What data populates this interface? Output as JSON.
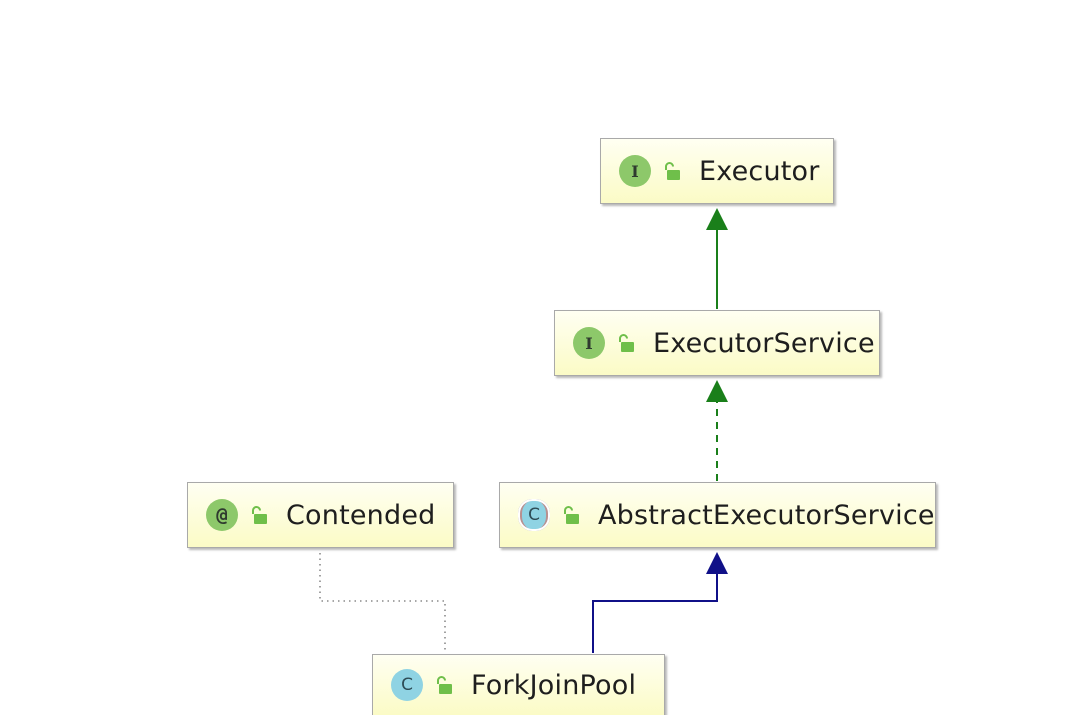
{
  "diagram": {
    "nodes": [
      {
        "id": "executor",
        "kind": "interface",
        "kind_glyph": "I",
        "label": "Executor",
        "visibility_icon": "unlocked-public-icon"
      },
      {
        "id": "executor-service",
        "kind": "interface",
        "kind_glyph": "I",
        "label": "ExecutorService",
        "visibility_icon": "unlocked-public-icon"
      },
      {
        "id": "abstract-executor-service",
        "kind": "abstract-class",
        "kind_glyph": "C",
        "label": "AbstractExecutorService",
        "visibility_icon": "unlocked-public-icon"
      },
      {
        "id": "contended",
        "kind": "annotation",
        "kind_glyph": "@",
        "label": "Contended",
        "visibility_icon": "unlocked-public-icon"
      },
      {
        "id": "fork-join-pool",
        "kind": "class",
        "kind_glyph": "C",
        "label": "ForkJoinPool",
        "visibility_icon": "unlocked-public-icon"
      }
    ],
    "edges": [
      {
        "from": "executor-service",
        "to": "executor",
        "relation": "extends",
        "style": "solid",
        "color": "#1a7f1a"
      },
      {
        "from": "abstract-executor-service",
        "to": "executor-service",
        "relation": "implements",
        "style": "dashed",
        "color": "#1a7f1a"
      },
      {
        "from": "fork-join-pool",
        "to": "abstract-executor-service",
        "relation": "extends",
        "style": "solid",
        "color": "#101088"
      },
      {
        "from": "fork-join-pool",
        "to": "contended",
        "relation": "annotated-by",
        "style": "dotted",
        "color": "#808080"
      }
    ]
  },
  "colors": {
    "node_fill": "#fbfbc6",
    "node_border": "#a9a9a9",
    "interface_icon": "#8dc86a",
    "class_icon": "#8fd3e3",
    "lock_icon": "#6fbf4a",
    "interface_arrow": "#1a7f1a",
    "class_arrow": "#101088",
    "annotation_link": "#808080"
  }
}
